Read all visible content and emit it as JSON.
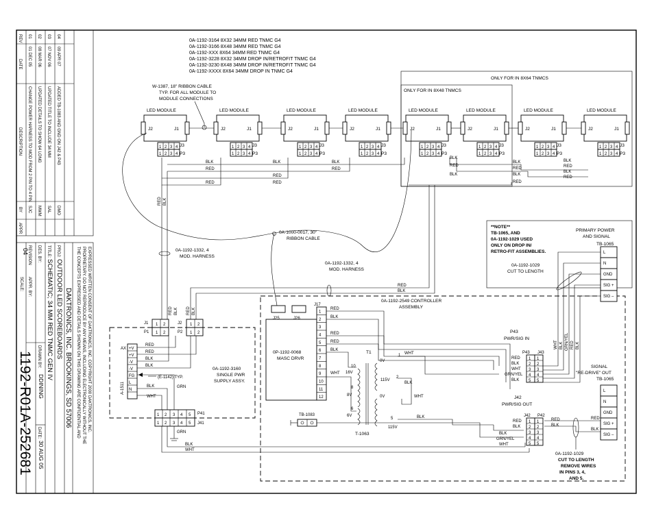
{
  "part_list": [
    "0A-1192-3164  8X32 34MM RED TNMC G4",
    "0A-1192-3166  8X48 34MM RED TNMC G4",
    "0A-1192-XXX  8X64 34MM RED TNMC G4",
    "0A-1192-3228  8X32 34MM DROP IN/RETROFIT TNMC G4",
    "0A-1192-3230  8X48 34MM DROP IN/RETROFIT TNMC G4",
    "0A-1192-XXXX 8X64 34MM DROP IN TNMC G4"
  ],
  "revisions": {
    "headers": {
      "rev": "REV",
      "date": "DATE",
      "description": "DESCRIPTION",
      "by": "BY",
      "appr": "APPR"
    },
    "rows": [
      {
        "rev": "04",
        "date": "09 APR 07",
        "description": "ADDED TB-1083 AND GND ON J42 & P43",
        "by": "DMO",
        "appr": ""
      },
      {
        "rev": "03",
        "date": "07 NOV 06",
        "description": "UPDATED TITLE TO INCLUDE 34 MM",
        "by": "SAL",
        "appr": ""
      },
      {
        "rev": "02",
        "date": "08 MAR 06",
        "description": "UPDATED DETAILS TO SHOW 64 LONG",
        "by": "MWM",
        "appr": ""
      },
      {
        "rev": "01",
        "date": "01 DEC 05",
        "description": "CHANGE POWER HARNESS TO MOD FROM 2 PIN TO 4 PIN",
        "by": "SJC",
        "appr": ""
      }
    ]
  },
  "title_block": {
    "confidential_1": "THE CONCEPTS EXPRESSED AND DETAILS SHOWN ON THIS DRAWING ARE CONFIDENTIAL AND",
    "confidential_2": "PROPRIETARY. DO NOT REPRODUCE BY ANY MEANS, INCLUDING ELECTRONICALLY WITHOUT THE",
    "confidential_3": "EXPRESSED WRITTEN CONSENT OF DAKTRONICS, INC.  COPYRIGHT 2000 DAKTRONICS, INC.",
    "company": "DAKTRONICS, INC.   BROOKINGS, SD 57006",
    "proj_label": "PROJ:",
    "project": "OUTDOOR LED SCOREBOARDS",
    "title_label": "TITLE:",
    "title": "SCHEMATIC; 34 MM RED TNMC GEN IV",
    "des_by": "DES. BY:",
    "drawn_by": "DRAWN BY:",
    "drawn_name": "DDINING",
    "date_label": "DATE:",
    "date": "30 AUG 05",
    "revision_label": "REVISION",
    "revision": "04",
    "appr_by": "APPR. BY:",
    "scale": "SCALE:",
    "drawing_number": "1192-R01A-252681"
  },
  "labels": {
    "ribbon_1": "W-1387, 18\" RIBBON CABLE",
    "ribbon_2": "TYP. FOR ALL MODULE TO",
    "ribbon_3": "MODULE CONNECTIONS",
    "only_8x64": "ONLY FOR IN 8X64 TNMCS",
    "only_8x48": "ONLY FOR IN 8X48 TNMCS",
    "led_module": "LED MODULE",
    "j1": "J1",
    "j2": "J2",
    "j3": "J3",
    "p3": "P3",
    "pins": [
      "1",
      "2",
      "3",
      "4"
    ],
    "red": "RED",
    "blk": "BLK",
    "wht": "WHT",
    "grn": "GRN",
    "grn_yel": "GRN/YEL",
    "ribbon30_1": "0A-1000-0017, 30\"",
    "ribbon30_2": "RIBBON CABLE",
    "harness_1": "0A-1192-1332, 4",
    "harness_2": "MOD. HARNESS",
    "note_1": "**NOTE**",
    "note_2": "TB-1065, AND",
    "note_3": "0A-1192-1029 USED",
    "note_4": "ONLY ON DROP IN/",
    "note_5": "RETRO-FIT ASSEMBLIES.",
    "cut_1": "0A-1192-1029",
    "cut_2": "CUT TO LENGTH",
    "primary_1": "PRIMARY POWER",
    "primary_2": "AND SIGNAL",
    "tb1065": "TB-1065",
    "tb_pins": [
      "L",
      "N",
      "GND",
      "SIG +",
      "SIG –"
    ],
    "controller_1": "0A-1192-2549 CONTROLLER",
    "controller_2": "ASSEMBLY",
    "j25": "J25",
    "j26": "J26",
    "j17": "J17",
    "j17_pins": [
      "1",
      "2",
      "3",
      "4",
      "5",
      "6",
      "7",
      "8",
      "9",
      "10",
      "11",
      "12"
    ],
    "masc_1": "0P-1192-0068",
    "masc_2": "MASC DRVR",
    "t1": "T1",
    "tr_taps": [
      "10",
      "16V",
      "8",
      "8V",
      "6",
      "6V",
      "0V",
      "115V",
      "0V",
      "115V",
      "5",
      "1",
      "2"
    ],
    "t1063": "T-1063",
    "tb1083": "TB-1083",
    "p43_1": "P43",
    "p43_2": "PWR/SIG IN",
    "p43": "P43",
    "j43": "J43",
    "j42_1": "J42",
    "j42_2": "PWR/SIG OUT",
    "j42": "J42",
    "p42": "P42",
    "signal_1": "SIGNAL",
    "signal_2": "\"RE-DRIVE\" OUT",
    "cut_len_1": "0A-1192-1029",
    "cut_len_2": "CUT TO LENGTH",
    "cut_len_3": "REMOVE WIRES",
    "cut_len_4": "IN PINS 3, 4,",
    "cut_len_5": "AND 5.",
    "psu_1": "0A-1192-3160",
    "psu_2": "SINGLE PWR",
    "psu_3": "SUPPLY ASSY.",
    "e1142": "(E-1142) TYP.",
    "a1511": "A-1511",
    "psu_term": [
      "AX",
      "+V",
      "+V",
      "-V",
      "-V",
      "FG",
      "L",
      "N"
    ],
    "p1": "P1",
    "p2": "P2",
    "p41": "P41",
    "j41": "J41",
    "five_pins": [
      "1",
      "2",
      "3",
      "4",
      "5"
    ]
  }
}
